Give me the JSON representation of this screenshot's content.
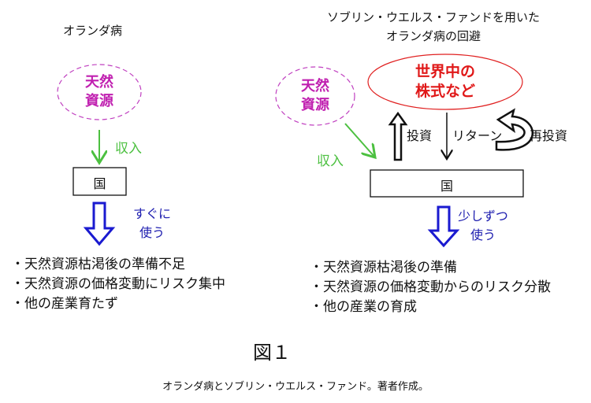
{
  "left": {
    "title": "オランダ病",
    "resource": [
      "天然",
      "資源"
    ],
    "income": "収入",
    "country": "国",
    "spend": [
      "すぐに",
      "使う"
    ],
    "bullets": [
      "・天然資源枯渇後の準備不足",
      "・天然資源の価格変動にリスク集中",
      "・他の産業育たず"
    ]
  },
  "right": {
    "title": [
      "ソブリン・ウエルス・ファンドを用いた",
      "オランダ病の回避"
    ],
    "resource": [
      "天然",
      "資源"
    ],
    "stocks": [
      "世界中の",
      "株式など"
    ],
    "income": "収入",
    "invest": "投資",
    "return": "リターン",
    "reinvest": "再投資",
    "country": "国",
    "spend": [
      "少しずつ",
      "使う"
    ],
    "bullets": [
      "・天然資源枯渇後の準備",
      "・天然資源の価格変動からのリスク分散",
      "・他の産業の育成"
    ]
  },
  "figure_label": "図１",
  "caption": "オランダ病とソブリン・ウエルス・ファンド。著者作成。",
  "colors": {
    "magenta": "#c020b0",
    "red": "#e01818",
    "green": "#4cc040",
    "blue": "#1a1ad0"
  }
}
